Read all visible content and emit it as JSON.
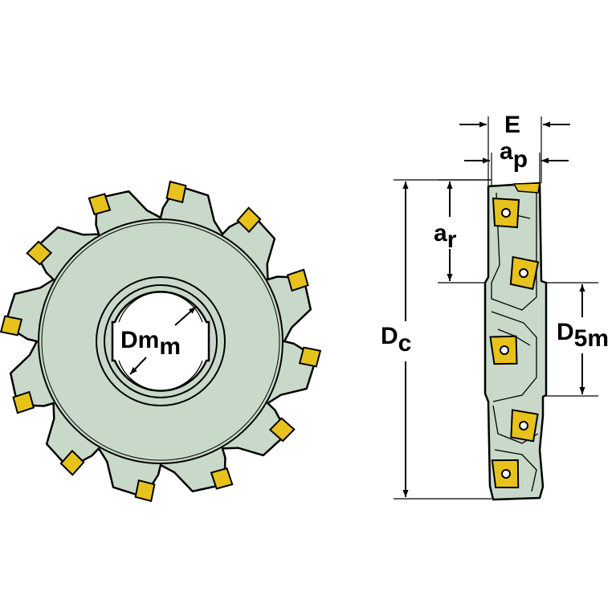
{
  "colors": {
    "body": "#c8d9c9",
    "insert": "#e7c21c",
    "outline": "#000000",
    "background": "#ffffff"
  },
  "front_view": {
    "label_main": "Dm",
    "label_sub": "m"
  },
  "side_view": {
    "E": {
      "main": "E",
      "sub": ""
    },
    "ap": {
      "main": "a",
      "sub": "p"
    },
    "ar": {
      "main": "a",
      "sub": "r"
    },
    "Dc": {
      "main": "D",
      "sub": "c"
    },
    "D5m": {
      "main": "D",
      "sub": "5m"
    }
  }
}
